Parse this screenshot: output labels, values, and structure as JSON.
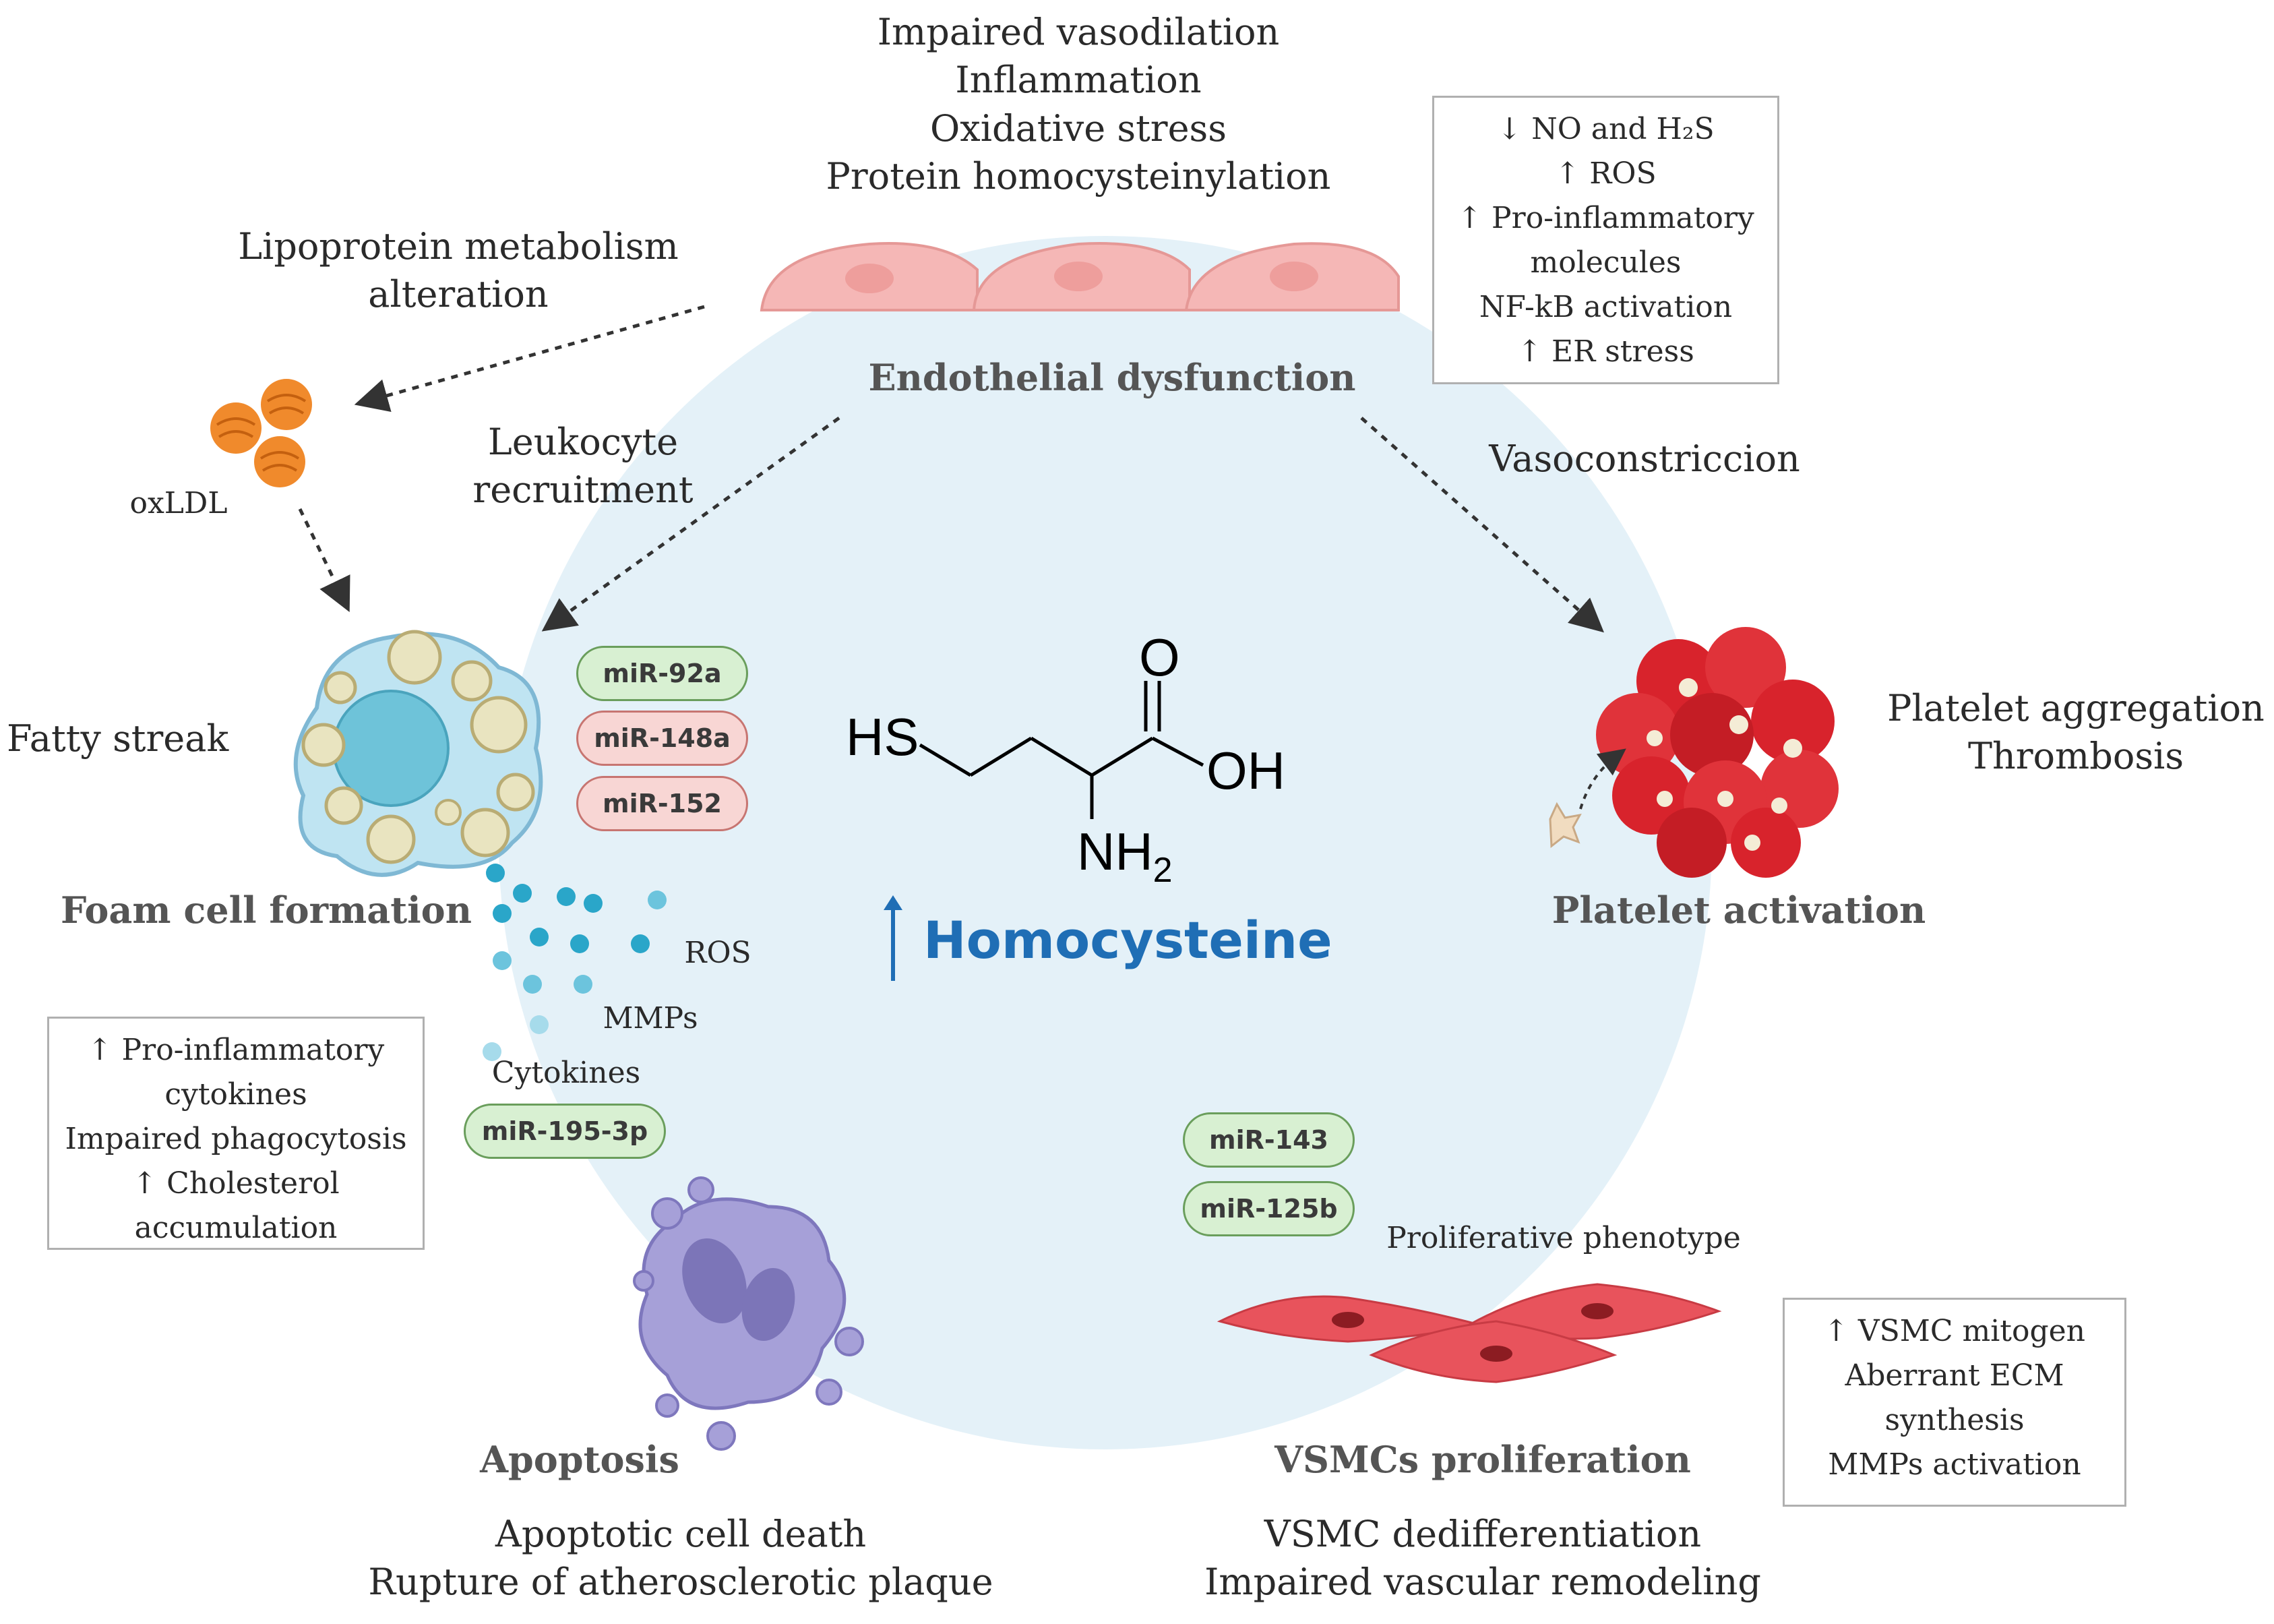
{
  "colors": {
    "central_circle": "#e4f1f8",
    "endothelium": "#f5b7b6",
    "accent_blue": "#1f6eb5",
    "arrow": "#333333",
    "mir_green_fill": "#d8f0d2",
    "mir_red_fill": "#f8d6d4"
  },
  "top": {
    "effects": [
      "Impaired vasodilation",
      "Inflammation",
      "Oxidative stress",
      "Protein homocysteinylation"
    ],
    "endothelial_label": "Endothelial dysfunction",
    "box": [
      "↓ NO and H₂S",
      "↑ ROS",
      "↑ Pro-inflammatory",
      "molecules",
      "NF-kB activation",
      "↑ ER stress"
    ]
  },
  "left": {
    "lipoprotein": [
      "Lipoprotein metabolism",
      "alteration"
    ],
    "oxldl": "oxLDL",
    "leukocyte": [
      "Leukocyte",
      "recruitment"
    ],
    "fatty_streak": "Fatty streak",
    "foam_label": "Foam cell formation",
    "mirs": [
      "miR-92a",
      "miR-148a",
      "miR-152"
    ],
    "ros": "ROS",
    "mmps": "MMPs",
    "cytokines": "Cytokines",
    "mir_cytokine": "miR-195-3p",
    "box": [
      "↑ Pro-inflammatory",
      "cytokines",
      "Impaired phagocytosis",
      "↑ Cholesterol",
      "accumulation"
    ]
  },
  "right": {
    "vasoconstriction": "Vasoconstriccion",
    "platelet_effects": [
      "Platelet aggregation",
      "Thrombosis"
    ],
    "platelet_label": "Platelet activation"
  },
  "center": {
    "molecule_labels": {
      "sh": "HS",
      "o": "O",
      "oh": "OH",
      "nh2": "NH",
      "sub2": "2"
    },
    "arrow_symbol": "↑",
    "label": "Homocysteine"
  },
  "bottom_left": {
    "label": "Apoptosis",
    "effects": [
      "Apoptotic cell death",
      "Rupture of atherosclerotic plaque"
    ]
  },
  "bottom_right": {
    "mirs": [
      "miR-143",
      "miR-125b"
    ],
    "phenotype": "Proliferative phenotype",
    "label": "VSMCs proliferation",
    "effects": [
      "VSMC dedifferentiation",
      "Impaired vascular remodeling"
    ],
    "box": [
      "↑ VSMC mitogen",
      "Aberrant ECM",
      "synthesis",
      "MMPs activation"
    ]
  }
}
